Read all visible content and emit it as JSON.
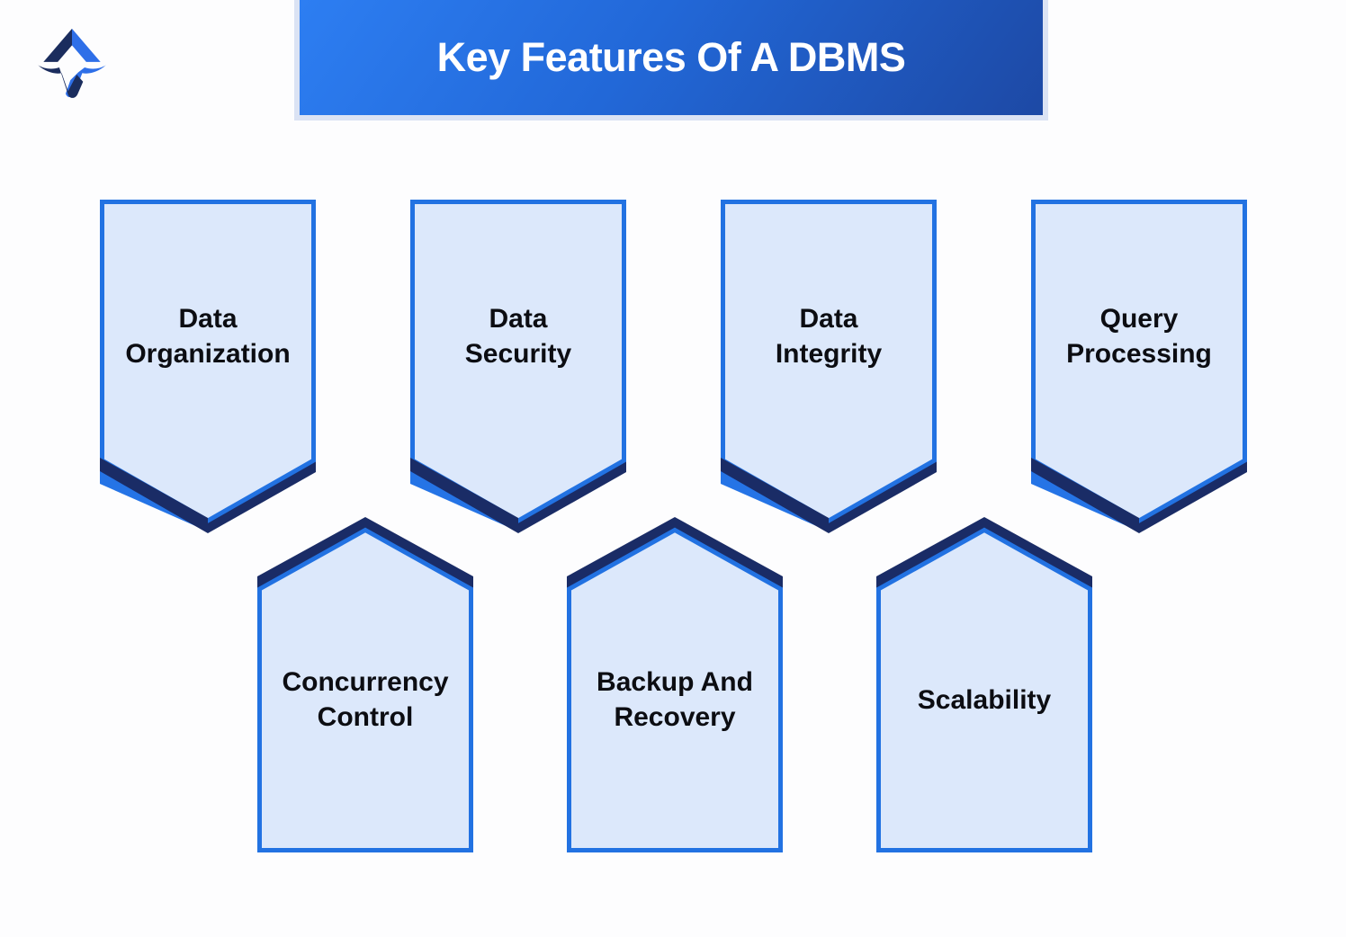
{
  "header": {
    "title": "Key Features Of A DBMS"
  },
  "banners": [
    {
      "id": "data-organization",
      "label": "Data\nOrganization",
      "row": "top",
      "direction": "point-down"
    },
    {
      "id": "data-security",
      "label": "Data\nSecurity",
      "row": "top",
      "direction": "point-down"
    },
    {
      "id": "data-integrity",
      "label": "Data\nIntegrity",
      "row": "top",
      "direction": "point-down"
    },
    {
      "id": "query-processing",
      "label": "Query\nProcessing",
      "row": "top",
      "direction": "point-down"
    },
    {
      "id": "concurrency-control",
      "label": "Concurrency\nControl",
      "row": "bottom",
      "direction": "point-up"
    },
    {
      "id": "backup-and-recovery",
      "label": "Backup And\nRecovery",
      "row": "bottom",
      "direction": "point-up"
    },
    {
      "id": "scalability",
      "label": "Scalability",
      "row": "bottom",
      "direction": "point-up"
    }
  ],
  "icons": {
    "logo": "brand-logo"
  },
  "colors": {
    "banner_fill": "#dce8fb",
    "banner_border_blue": "#2272e2",
    "banner_underlay_blue": "#2574e6",
    "banner_shadow_navy": "#1a2c66",
    "header_gradient_start": "#2d7ef2",
    "header_gradient_end": "#1d49a5",
    "header_outline": "#dbe3f4",
    "title_text": "#ffffff",
    "banner_text": "#0c0d12",
    "logo_navy": "#1b2d5e",
    "logo_blue": "#2e6fe8"
  }
}
